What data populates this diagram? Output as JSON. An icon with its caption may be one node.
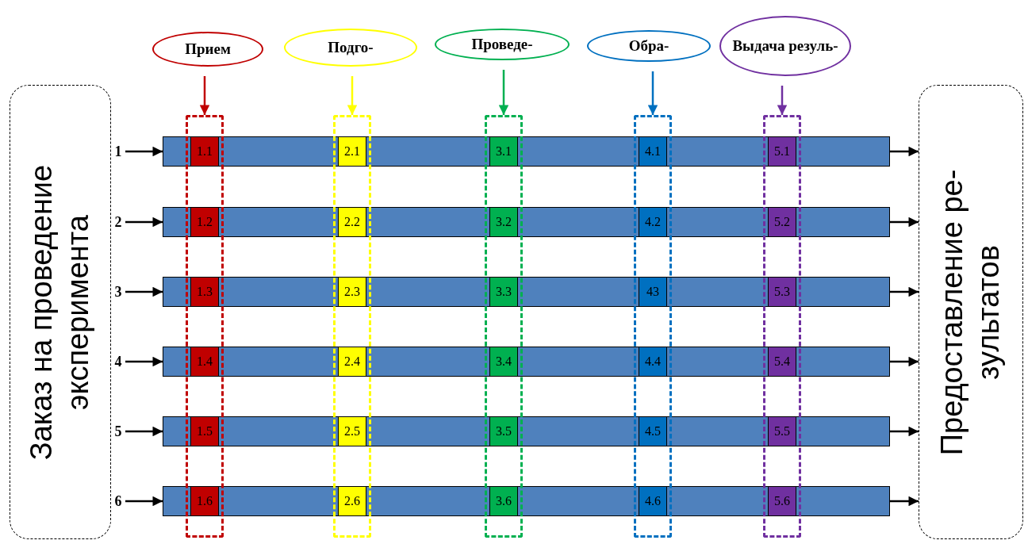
{
  "diagram": {
    "nodes": [
      {
        "text": [
          "Заказ на проведение эксперимента"
        ]
      },
      {
        "text": [
          "Прием"
        ]
      },
      {
        "text": [
          "Подго-"
        ]
      },
      {
        "text": [
          "Проведе-"
        ]
      },
      {
        "text": [
          "Обра-"
        ]
      },
      {
        "text": [
          "Выдача резуль-"
        ]
      },
      {
        "text": [],
        "shape": "box"
      },
      {
        "text": [],
        "shape": "box"
      },
      {
        "text": [],
        "shape": "box"
      },
      {
        "text": [],
        "shape": "box"
      },
      {
        "text": [],
        "shape": "box"
      },
      {
        "text": [],
        "shape": "bar"
      },
      {
        "text": [
          "1.1"
        ]
      },
      {
        "text": [
          "2.1"
        ]
      },
      {
        "text": [
          "3.1"
        ]
      },
      {
        "text": [
          "4.1"
        ]
      },
      {
        "text": [
          "5.1"
        ]
      },
      {
        "text": [],
        "shape": "bar"
      },
      {
        "text": [
          "1.2"
        ]
      },
      {
        "text": [
          "2.2"
        ]
      },
      {
        "text": [
          "3.2"
        ]
      },
      {
        "text": [
          "4.2"
        ]
      },
      {
        "text": [
          "5.2"
        ]
      },
      {
        "text": [],
        "shape": "bar"
      },
      {
        "text": [
          "1.3"
        ]
      },
      {
        "text": [
          "2.3"
        ]
      },
      {
        "text": [
          "3.3"
        ]
      },
      {
        "text": [
          "43"
        ]
      },
      {
        "text": [
          "5.3"
        ]
      },
      {
        "text": [],
        "shape": "bar"
      },
      {
        "text": [
          "1.4"
        ]
      },
      {
        "text": [
          "2.4"
        ]
      },
      {
        "text": [
          "3.4"
        ]
      },
      {
        "text": [
          "4.4"
        ]
      },
      {
        "text": [
          "5.4"
        ]
      },
      {
        "text": [],
        "shape": "bar"
      },
      {
        "text": [
          "1.5"
        ]
      },
      {
        "text": [
          "2.5"
        ]
      },
      {
        "text": [
          "3.5"
        ]
      },
      {
        "text": [
          "4.5"
        ]
      },
      {
        "text": [
          "5.5"
        ]
      },
      {
        "text": [],
        "shape": "bar"
      },
      {
        "text": [
          "1.6"
        ]
      },
      {
        "text": [
          "2.6"
        ]
      },
      {
        "text": [
          "3.6"
        ]
      },
      {
        "text": [
          "4.6"
        ]
      },
      {
        "text": [
          "5.6"
        ]
      },
      {
        "text": [
          "Предоставление ре- зультатов"
        ]
      },
      {
        "text": [
          "1"
        ]
      },
      {
        "text": [
          "2"
        ]
      },
      {
        "text": [
          "3"
        ]
      },
      {
        "text": [
          "4"
        ]
      },
      {
        "text": [
          "5"
        ]
      },
      {
        "text": [
          "6"
        ]
      }
    ],
    "edges": [
      {
        "from": 1,
        "to": 6,
        "arrow": "to",
        "color": "#c00000"
      },
      {
        "from": 2,
        "to": 7,
        "arrow": "to",
        "color": "#ffff00"
      },
      {
        "from": 3,
        "to": 8,
        "arrow": "to",
        "color": "#00b050"
      },
      {
        "from": 4,
        "to": 9,
        "arrow": "to",
        "color": "#0070c0"
      },
      {
        "from": 5,
        "to": 10,
        "arrow": "to",
        "color": "#7030a0"
      },
      {
        "from": 48,
        "to": 11,
        "arrow": "to"
      },
      {
        "from": 49,
        "to": 17,
        "arrow": "to"
      },
      {
        "from": 50,
        "to": 23,
        "arrow": "to"
      },
      {
        "from": 51,
        "to": 29,
        "arrow": "to"
      },
      {
        "from": 52,
        "to": 35,
        "arrow": "to"
      },
      {
        "from": 53,
        "to": 41,
        "arrow": "to"
      },
      {
        "from": 11,
        "to": 47,
        "arrow": "to"
      },
      {
        "from": 17,
        "to": 47,
        "arrow": "to"
      },
      {
        "from": 23,
        "to": 47,
        "arrow": "to"
      },
      {
        "from": 29,
        "to": 47,
        "arrow": "to"
      },
      {
        "from": 35,
        "to": 47,
        "arrow": "to"
      },
      {
        "from": 41,
        "to": 47,
        "arrow": "to"
      }
    ]
  }
}
